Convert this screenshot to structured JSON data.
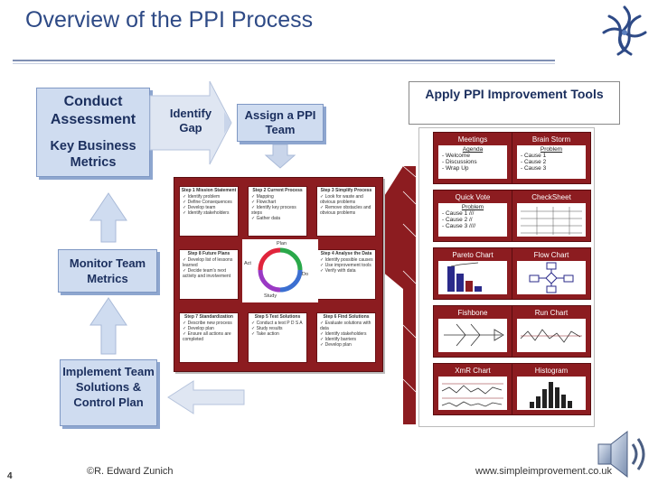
{
  "slide": {
    "title": "Overview of the PPI Process",
    "number": "4",
    "author": "©R. Edward Zunich",
    "url": "www.simpleimprovement.co.uk"
  },
  "colors": {
    "title": "#2e4a86",
    "box_fill": "#cfdcf0",
    "panel_red": "#8c1c20",
    "text_dark": "#1b2f5e"
  },
  "flow": {
    "conduct_title": "Conduct Assessment",
    "conduct_sub": "Key Business Metrics",
    "identify_gap": "Identify Gap",
    "assign_team": "Assign a PPI Team",
    "monitor": "Monitor Team Metrics",
    "implement": "Implement Team Solutions & Control Plan"
  },
  "steps": [
    {
      "title": "Step 1 Mission Statement",
      "items": [
        "Identify problem",
        "Define Consequences",
        "Develop team",
        "Identify stakeholders"
      ]
    },
    {
      "title": "Step 2 Current Process",
      "items": [
        "Mapping",
        "Flowchart",
        "Identify key process steps",
        "Gather data"
      ]
    },
    {
      "title": "Step 3 Simplify Process",
      "items": [
        "Look for waste and obvious problems",
        "Remove obstacles and obvious problems"
      ]
    },
    {
      "title": "Step 4 Analyse the Data",
      "items": [
        "Identify possible causes",
        "Use improvement tools",
        "Verify with data"
      ]
    },
    {
      "title": "Step 5 Test Solutions",
      "items": [
        "Conduct a test P D S A",
        "Study results",
        "Take action"
      ]
    },
    {
      "title": "Step 6 Find Solutions",
      "items": [
        "Evaluate solutions with data",
        "Identify stakeholders",
        "Identify barriers",
        "Develop plan"
      ]
    },
    {
      "title": "Step 7 Standardization",
      "items": [
        "Describe new process",
        "Develop plan",
        "Ensure all actions are completed"
      ]
    },
    {
      "title": "Step 8 Future Plans",
      "items": [
        "Develop list of lessons learned",
        "Decide team's next activity and involvement"
      ]
    }
  ],
  "cycle": {
    "plan": "Plan",
    "do": "Do",
    "study": "Study",
    "act": "Act"
  },
  "tools": {
    "header": "Apply PPI Improvement Tools",
    "items": [
      "Meetings",
      "Brain Storm",
      "Quick Vote",
      "CheckSheet",
      "Pareto Chart",
      "Flow Chart",
      "Fishbone",
      "Run Chart",
      "XmR Chart",
      "Histogram"
    ],
    "meetings_lines": [
      "Agenda",
      "- Welcome",
      "- Discussions",
      "- Wrap Up"
    ],
    "brainstorm_lines": [
      "Problem",
      "- Cause 1",
      "- Cause 2",
      "- Cause 3"
    ],
    "quickvote_lines": [
      "Problem",
      "- Cause 1 ///",
      "- Cause 2 //",
      "- Cause 3 ////"
    ]
  }
}
